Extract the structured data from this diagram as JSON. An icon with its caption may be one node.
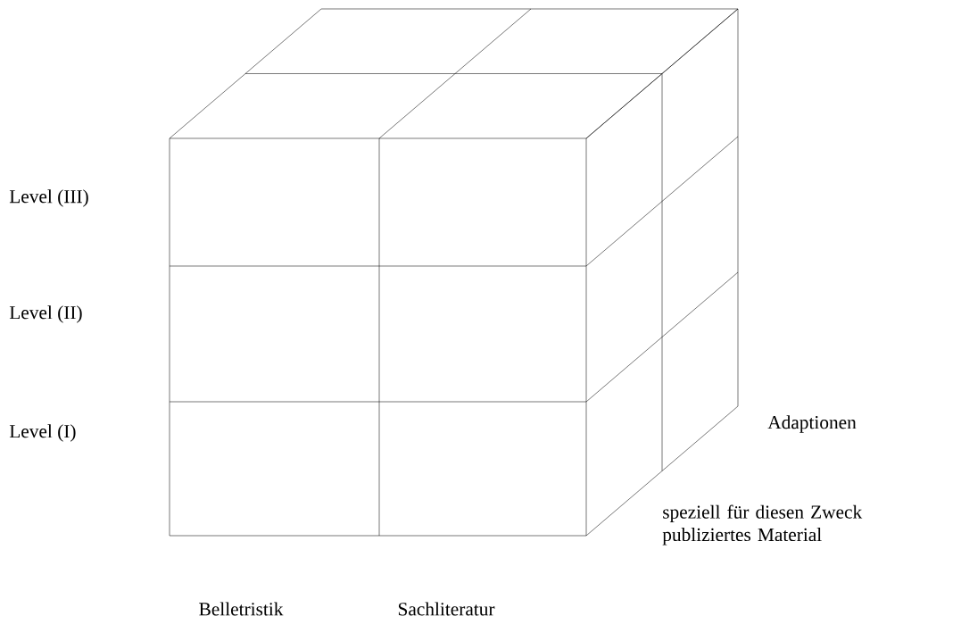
{
  "diagram": {
    "labels": [
      "Level (III)",
      "Level (II)",
      "Level (I)",
      "Adaptionen",
      "speziell für diesen Zweck publiziertes Material",
      "Belletristik",
      "Sachliteratur"
    ]
  }
}
